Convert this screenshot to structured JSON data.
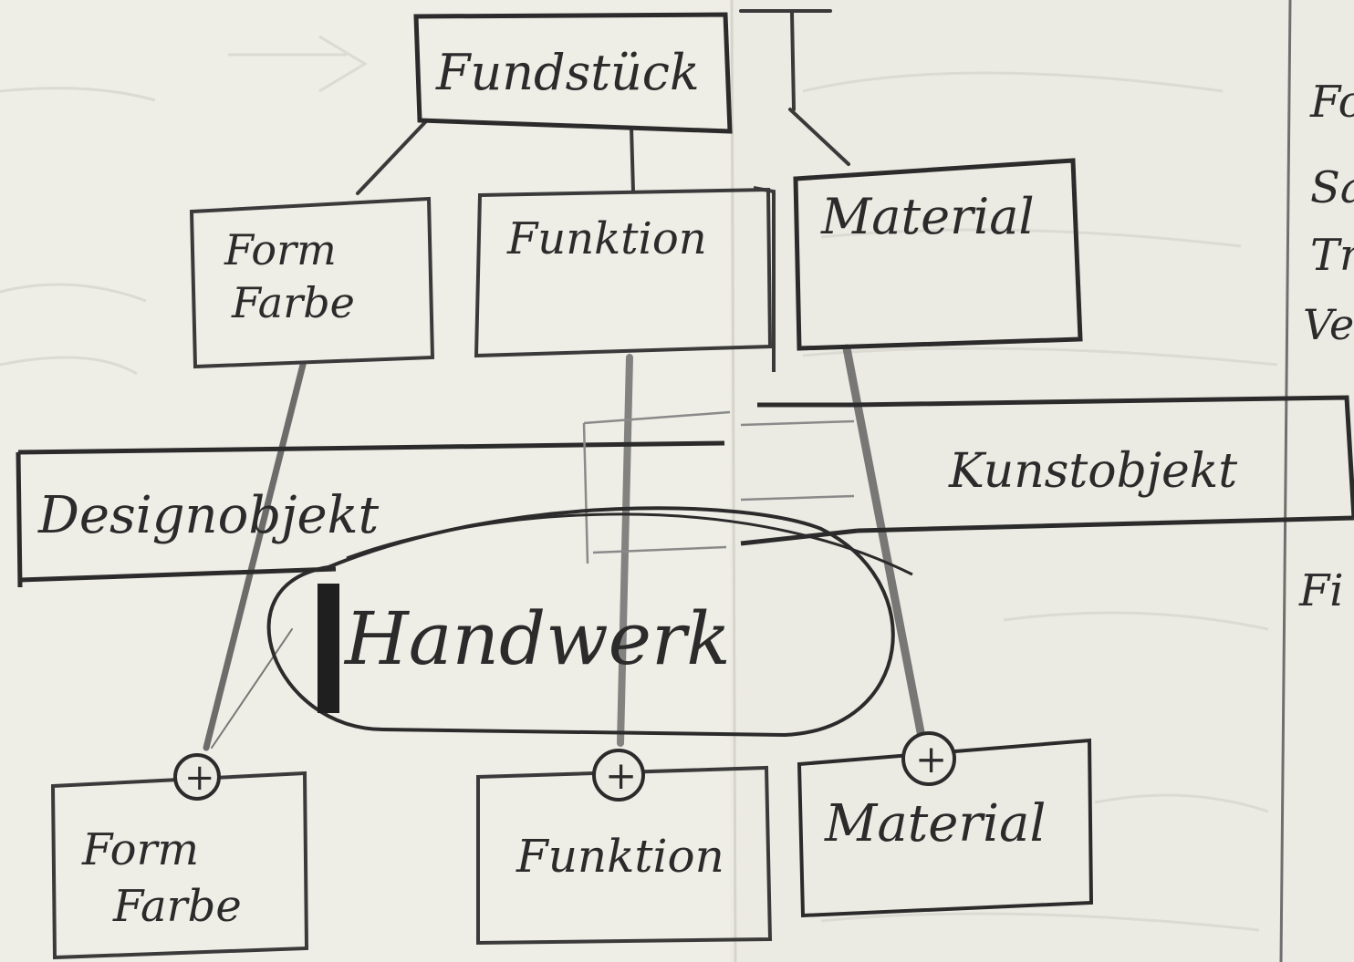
{
  "nodes": {
    "root": "Fundstück",
    "top_form": [
      "Form",
      "Farbe"
    ],
    "top_function": "Funktion",
    "top_material": "Material",
    "design": "Designobjekt",
    "art": "Kunstobjekt",
    "craft": "Handwerk",
    "bottom_form": [
      "Form",
      "Farbe"
    ],
    "bottom_function": "Funktion",
    "bottom_material": "Material",
    "plus_symbol": "+"
  },
  "margin_fragments": [
    "Fo",
    "Sa",
    "Tr",
    "Ve",
    "Fi"
  ],
  "colors": {
    "paper": "#ecebe3",
    "pencil": "#2b2b2b",
    "graphite": "#4a4a4a",
    "faint": "#c9c8c2"
  }
}
